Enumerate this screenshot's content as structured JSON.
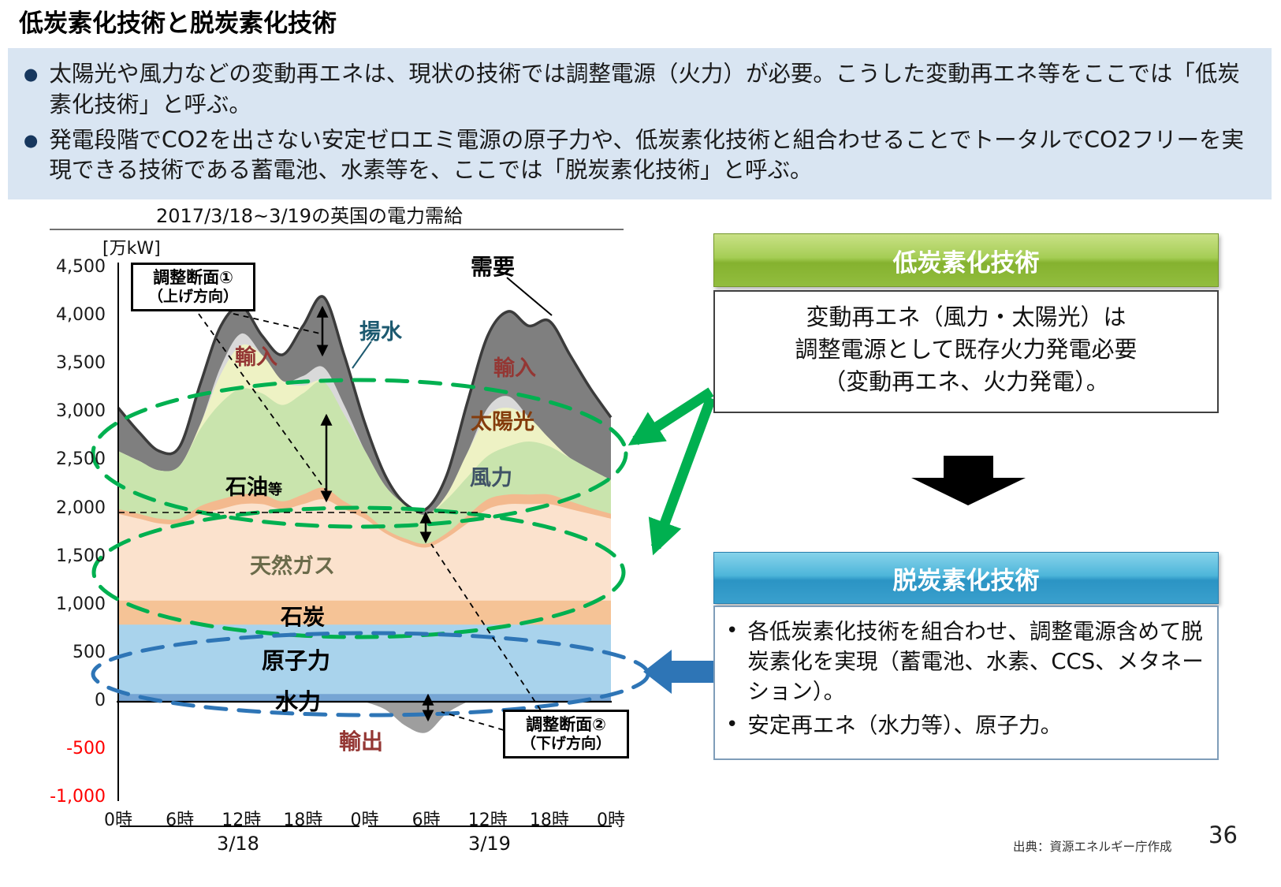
{
  "slide": {
    "title": "低炭素化技術と脱炭素化技術",
    "page_number": "36",
    "source_credit": "出典：資源エネルギー庁作成"
  },
  "summary_box": {
    "bullets": [
      "太陽光や風力などの変動再エネは、現状の技術では調整電源（火力）が必要。こうした変動再エネ等をここでは「低炭素化技術」と呼ぶ。",
      "発電段階でCO2を出さない安定ゼロエミ電源の原子力や、低炭素化技術と組合わせることでトータルでCO2フリーを実現できる技術である蓄電池、水素等を、ここでは「脱炭素化技術」と呼ぶ。"
    ]
  },
  "right_panel": {
    "low_carbon": {
      "header": "低炭素化技術",
      "body_lines": [
        "変動再エネ（風力・太陽光）は",
        "調整電源として既存火力発電必要",
        "（変動再エネ、火力発電）。"
      ]
    },
    "decarbon": {
      "header": "脱炭素化技術",
      "bullets": [
        "各低炭素化技術を組合わせ、調整電源含めて脱炭素化を実現（蓄電池、水素、CCS、メタネーション）。",
        "安定再エネ（水力等）、原子力。"
      ]
    }
  },
  "colors": {
    "accent_green": "#00b050",
    "accent_blue": "#2e75b6",
    "header_green": "#8fbe3a",
    "header_blue": "#3aa0cd",
    "summary_bg": "#d9e5f2",
    "maroon_label": "#943734",
    "negative_tick": "#ff0000"
  },
  "chart_data": {
    "type": "area",
    "title": "2017/3/18~3/19の英国の電力需給",
    "unit_label": "[万kW]",
    "ylim": [
      -1000,
      4500
    ],
    "grid": false,
    "x_hours": [
      0,
      2,
      4,
      6,
      8,
      10,
      12,
      14,
      16,
      18,
      20,
      22,
      24,
      26,
      28,
      30,
      32,
      34,
      36,
      38,
      40,
      42,
      44,
      46,
      48
    ],
    "y_ticks": {
      "values": [
        4500,
        4000,
        3500,
        3000,
        2500,
        2000,
        1500,
        1000,
        500,
        0,
        -500,
        -1000
      ],
      "labels": [
        "4,500",
        "4,000",
        "3,500",
        "3,000",
        "2,500",
        "2,000",
        "1,500",
        "1,000",
        "500",
        "0",
        "-500",
        "-1,000"
      ]
    },
    "x_ticks": {
      "hours": [
        0,
        6,
        12,
        18,
        24,
        30,
        36,
        42,
        48
      ],
      "labels": [
        "0時",
        "6時",
        "12時",
        "18時",
        "0時",
        "6時",
        "12時",
        "18時",
        "0時"
      ]
    },
    "date_groups": [
      "3/18",
      "3/19"
    ],
    "series": [
      {
        "name": "水力",
        "color": "#76a5d4",
        "values": [
          80,
          80,
          80,
          80,
          80,
          80,
          80,
          80,
          80,
          80,
          80,
          80,
          80,
          80,
          80,
          80,
          80,
          80,
          80,
          80,
          80,
          80,
          80,
          80,
          80
        ]
      },
      {
        "name": "原子力",
        "color": "#a9d3ec",
        "values": [
          720,
          720,
          720,
          720,
          720,
          720,
          720,
          720,
          720,
          720,
          720,
          720,
          720,
          720,
          720,
          720,
          720,
          720,
          720,
          720,
          720,
          720,
          720,
          720,
          720
        ]
      },
      {
        "name": "石炭",
        "color": "#f5c396",
        "values": [
          250,
          250,
          250,
          250,
          250,
          250,
          250,
          250,
          250,
          250,
          250,
          250,
          250,
          250,
          250,
          250,
          250,
          250,
          250,
          250,
          250,
          250,
          250,
          250,
          250
        ]
      },
      {
        "name": "天然ガス",
        "color": "#fbe2cd",
        "values": [
          900,
          850,
          800,
          800,
          900,
          950,
          1000,
          1000,
          950,
          1000,
          1050,
          950,
          850,
          700,
          600,
          550,
          650,
          800,
          950,
          1000,
          1000,
          1000,
          950,
          900,
          850
        ]
      },
      {
        "name": "石油等",
        "color": "#f3b98e",
        "values": [
          50,
          50,
          50,
          50,
          80,
          100,
          100,
          100,
          80,
          100,
          120,
          80,
          60,
          40,
          40,
          40,
          50,
          80,
          100,
          100,
          100,
          100,
          80,
          60,
          50
        ]
      },
      {
        "name": "風力",
        "color": "#c9e4ad",
        "values": [
          600,
          550,
          500,
          550,
          800,
          1000,
          1100,
          1050,
          1000,
          1050,
          1100,
          900,
          650,
          450,
          350,
          300,
          350,
          400,
          450,
          500,
          550,
          500,
          450,
          400,
          350
        ]
      },
      {
        "name": "太陽光",
        "color": "#eef2c4",
        "values": [
          0,
          0,
          0,
          0,
          50,
          300,
          450,
          400,
          250,
          80,
          0,
          0,
          0,
          0,
          0,
          0,
          50,
          250,
          420,
          400,
          250,
          80,
          0,
          0,
          0
        ]
      },
      {
        "name": "揚水",
        "color": "#d9d9d9",
        "values": [
          0,
          0,
          0,
          0,
          0,
          80,
          120,
          0,
          0,
          100,
          150,
          100,
          0,
          0,
          0,
          0,
          0,
          0,
          80,
          120,
          0,
          0,
          0,
          0,
          0
        ]
      }
    ],
    "imports": {
      "name": "輸入",
      "color": "#7f7f7f",
      "note": "需要と供給積上げの差分として描画"
    },
    "demand": {
      "name": "需要",
      "color": "#3b3b3b",
      "values": [
        3050,
        2800,
        2600,
        2650,
        3300,
        3900,
        4100,
        3800,
        3600,
        3900,
        4200,
        3600,
        2900,
        2350,
        2050,
        2000,
        2350,
        3100,
        3800,
        4050,
        3900,
        3950,
        3600,
        3250,
        2950
      ]
    },
    "exports": {
      "name": "輸出",
      "color": "#9e9e9e",
      "values": [
        0,
        0,
        0,
        0,
        0,
        0,
        0,
        0,
        0,
        0,
        0,
        0,
        0,
        -80,
        -250,
        -320,
        -120,
        0,
        0,
        0,
        0,
        0,
        0,
        0,
        0
      ]
    },
    "annotations": {
      "demand": "需要",
      "pumped": "揚水",
      "import_left": "輸入",
      "import_right": "輸入",
      "solar": "太陽光",
      "oil_main": "石油",
      "oil_suffix": "等",
      "wind": "風力",
      "gas": "天然ガス",
      "coal": "石炭",
      "nuclear": "原子力",
      "hydro": "水力",
      "export": "輸出",
      "adj1_line1": "調整断面①",
      "adj1_line2": "（上げ方向）",
      "adj2_line1": "調整断面②",
      "adj2_line2": "（下げ方向）"
    }
  }
}
